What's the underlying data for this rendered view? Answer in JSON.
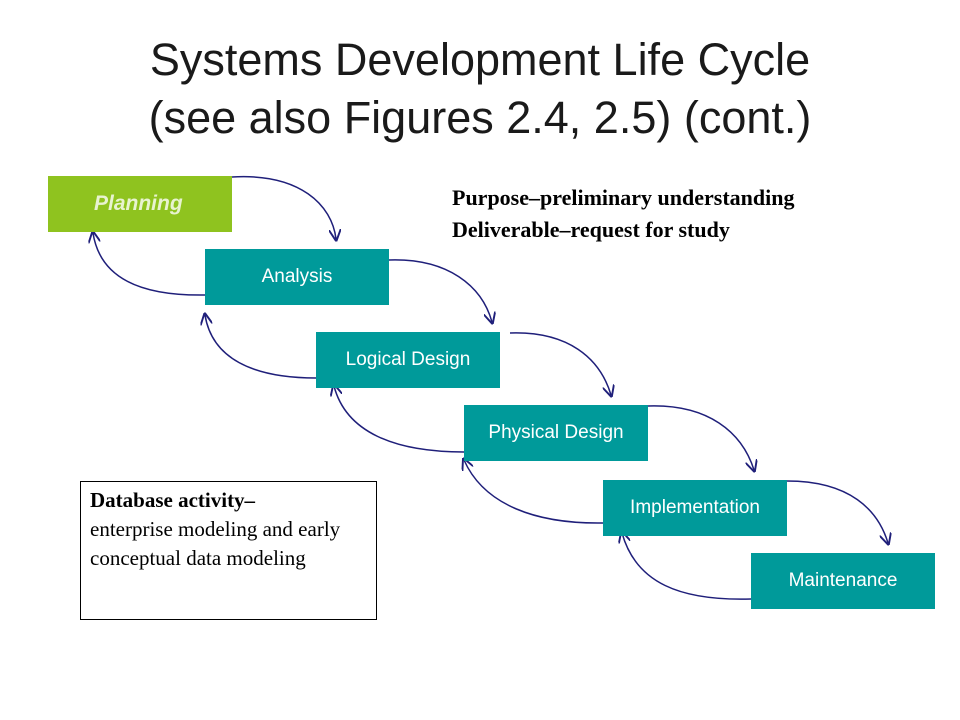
{
  "title": {
    "line1": "Systems Development Life Cycle",
    "line2": "(see also Figures 2.4, 2.5)  (cont.)"
  },
  "phases": [
    {
      "label": "Planning",
      "active": true
    },
    {
      "label": "Analysis",
      "active": false
    },
    {
      "label": "Logical Design",
      "active": false
    },
    {
      "label": "Physical Design",
      "active": false
    },
    {
      "label": "Implementation",
      "active": false
    },
    {
      "label": "Maintenance",
      "active": false
    }
  ],
  "info": {
    "purpose": "Purpose–preliminary understanding",
    "deliverable": "Deliverable–request for study"
  },
  "activity": {
    "heading": "Database activity–",
    "body": "enterprise modeling and early conceptual data modeling"
  },
  "colors": {
    "phase_box": "#009a9a",
    "active_phase_box": "#8fc31f",
    "arrow": "#1f1f7a"
  }
}
